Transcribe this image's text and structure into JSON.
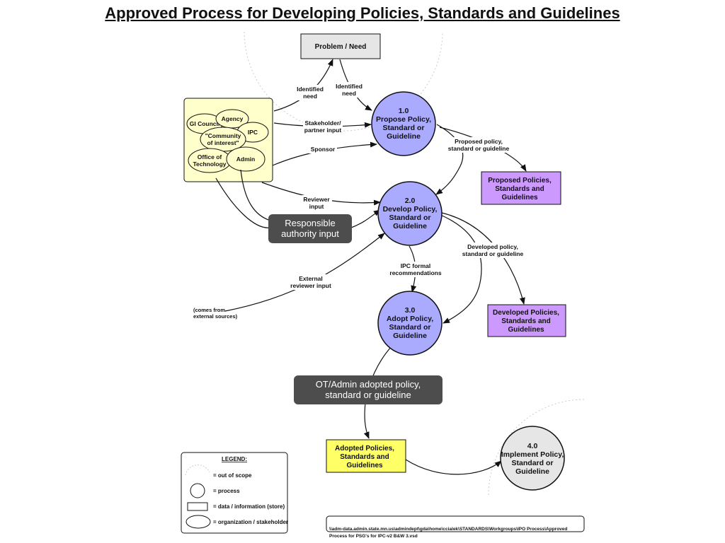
{
  "title": "Approved Process for Developing Policies, Standards and Guidelines",
  "colors": {
    "process_blue": "#aaaaff",
    "store_purple": "#cc99ff",
    "store_yellow": "#ffff66",
    "stakeholder_box": "#ffffcc",
    "dark_note": "#4d4d4d",
    "out_of_scope": "#e6e6e6"
  },
  "nodes": {
    "problem": "Problem / Need",
    "p1": [
      "1.0",
      "Propose Policy,",
      "Standard or",
      "Guideline"
    ],
    "p2": [
      "2.0",
      "Develop Policy,",
      "Standard or",
      "Guideline"
    ],
    "p3": [
      "3.0",
      "Adopt Policy,",
      "Standard or",
      "Guideline"
    ],
    "p4": [
      "4.0",
      "Implement Policy,",
      "Standard or",
      "Guideline"
    ],
    "store_proposed": [
      "Proposed Policies,",
      "Standards and",
      "Guidelines"
    ],
    "store_developed": [
      "Developed Policies,",
      "Standards and",
      "Guidelines"
    ],
    "store_adopted": [
      "Adopted Policies,",
      "Standards and",
      "Guidelines"
    ]
  },
  "stakeholders": {
    "gi_council": "GI Council",
    "agency": "Agency",
    "ipc": "IPC",
    "community": [
      "\"Community",
      "of interest\""
    ],
    "office_tech": [
      "Office of",
      "Technology"
    ],
    "admin": "Admin"
  },
  "notes": {
    "responsible": [
      "Responsible",
      "authority input"
    ],
    "ot_admin": [
      "OT/Admin adopted policy,",
      "standard or guideline"
    ]
  },
  "flows": {
    "identified_need_up": [
      "Identified",
      "need"
    ],
    "identified_need_down": [
      "Identified",
      "need"
    ],
    "stakeholder_input": [
      "Stakeholder/",
      "partner input"
    ],
    "sponsor": "Sponsor",
    "reviewer_input": [
      "Reviewer",
      "input"
    ],
    "proposed_out": [
      "Proposed policy,",
      "standard or guideline"
    ],
    "developed_out": [
      "Developed policy,",
      "standard or guideline"
    ],
    "ipc_formal": [
      "IPC formal",
      "recommendations"
    ],
    "external_reviewer": [
      "External",
      "reviewer input"
    ],
    "external_sources": [
      "(comes from",
      "external sources)"
    ]
  },
  "legend": {
    "heading": "LEGEND:",
    "out_of_scope": "= out of scope",
    "process": "= process",
    "data_store": "= data / information (store)",
    "organization": "= organization / stakeholder"
  },
  "file_path": [
    "\\\\adm-data.admin.state.mn.us\\admindept\\gda\\home\\ccialek\\STANDARDS\\Workgroups\\IPO Process\\Approved",
    "Process for PSG's for IPC-v2 B&W 3.vsd"
  ]
}
